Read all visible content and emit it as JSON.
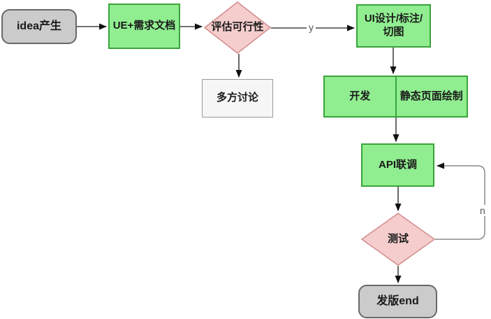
{
  "diagram": {
    "type": "flowchart",
    "background": "#ffffff",
    "colors": {
      "process_fill": "#90ee90",
      "process_stroke": "#3aa33a",
      "terminal_fill": "#cbcbcb",
      "terminal_stroke": "#686868",
      "decision_fill": "#f5cdcd",
      "decision_stroke": "#d48f8f",
      "note_fill": "#f6f6f6",
      "note_stroke": "#9a9a9a",
      "edge": "#444444",
      "loop_edge": "#8a8a8a"
    },
    "nodes": {
      "start": {
        "label": "idea产生",
        "shape": "rounded-rect"
      },
      "ue_doc": {
        "label": "UE+需求文档",
        "shape": "rect"
      },
      "feasibility": {
        "label": "评估可行性",
        "shape": "diamond"
      },
      "discussion": {
        "label": "多方讨论",
        "shape": "rect"
      },
      "ui_design": {
        "label": "UI设计/标注/切图",
        "shape": "rect"
      },
      "dev": {
        "label": "开发",
        "shape": "rect-cell"
      },
      "static_page": {
        "label": "静态页面绘制",
        "shape": "rect-cell"
      },
      "api": {
        "label": "API联调",
        "shape": "rect"
      },
      "test": {
        "label": "测试",
        "shape": "diamond"
      },
      "release": {
        "label": "发版end",
        "shape": "rounded-rect"
      }
    },
    "edges": {
      "yes_label": "y",
      "no_label": "n"
    }
  }
}
